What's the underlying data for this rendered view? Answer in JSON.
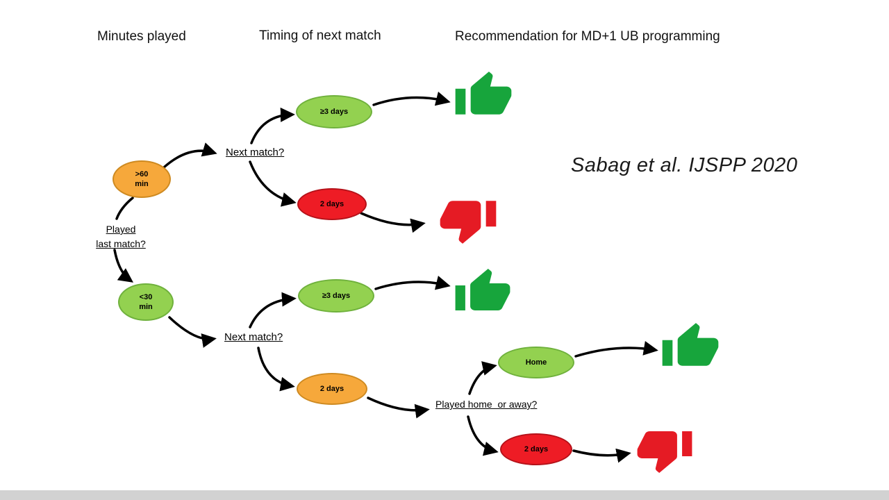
{
  "headers": {
    "minutes_played": "Minutes played",
    "timing_next_match": "Timing of next match",
    "recommendation": "Recommendation for MD+1 UB programming"
  },
  "citation": "Sabag et al. IJSPP 2020",
  "decision_labels": {
    "played_last_match": "Played\nlast match?",
    "next_match_top": "Next match?",
    "next_match_bottom": "Next match?",
    "played_home_or_away": "Played home  or away?"
  },
  "nodes": {
    "over_60_min": {
      "label": ">60\nmin",
      "fill": "#F6A83B",
      "border": "#CE8A21"
    },
    "under_30_min": {
      "label": "<30\nmin",
      "fill": "#93D150",
      "border": "#6FB13C"
    },
    "ge3_days_top": {
      "label": "≥3 days",
      "fill": "#93D150",
      "border": "#6FB13C"
    },
    "two_days_top": {
      "label": "2 days",
      "fill": "#EE1C25",
      "border": "#B5121A"
    },
    "ge3_days_mid": {
      "label": "≥3 days",
      "fill": "#93D150",
      "border": "#6FB13C"
    },
    "two_days_mid": {
      "label": "2 days",
      "fill": "#F6A83B",
      "border": "#CE8A21"
    },
    "home": {
      "label": "Home",
      "fill": "#93D150",
      "border": "#6FB13C"
    },
    "two_days_bottom": {
      "label": "2 days",
      "fill": "#EE1C25",
      "border": "#B5121A"
    }
  },
  "icons": {
    "thumb_up_color": "#17A53C",
    "thumb_down_color": "#E51B24",
    "arrow_color": "#000000"
  }
}
